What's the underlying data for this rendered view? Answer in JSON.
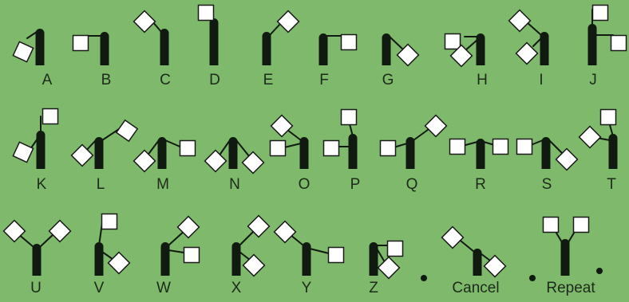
{
  "letters": [
    {
      "label": "A"
    },
    {
      "label": "B"
    },
    {
      "label": "C"
    },
    {
      "label": "D"
    },
    {
      "label": "E"
    },
    {
      "label": "F"
    },
    {
      "label": "G"
    },
    {
      "label": "H"
    },
    {
      "label": "I"
    },
    {
      "label": "J"
    },
    {
      "label": "K"
    },
    {
      "label": "L"
    },
    {
      "label": "M"
    },
    {
      "label": "N"
    },
    {
      "label": "O"
    },
    {
      "label": "P"
    },
    {
      "label": "Q"
    },
    {
      "label": "R"
    },
    {
      "label": "S"
    },
    {
      "label": "T"
    },
    {
      "label": "U"
    },
    {
      "label": "V"
    },
    {
      "label": "W"
    },
    {
      "label": "X"
    },
    {
      "label": "Y"
    },
    {
      "label": "Z"
    },
    {
      "label": "Cancel"
    },
    {
      "label": "Repeat"
    }
  ],
  "colors": {
    "background": "#7fb96c",
    "figure": "#111a10",
    "flag_fill": "#ffffff",
    "flag_stroke": "#1a1a1a",
    "text": "#1d2a1a"
  }
}
